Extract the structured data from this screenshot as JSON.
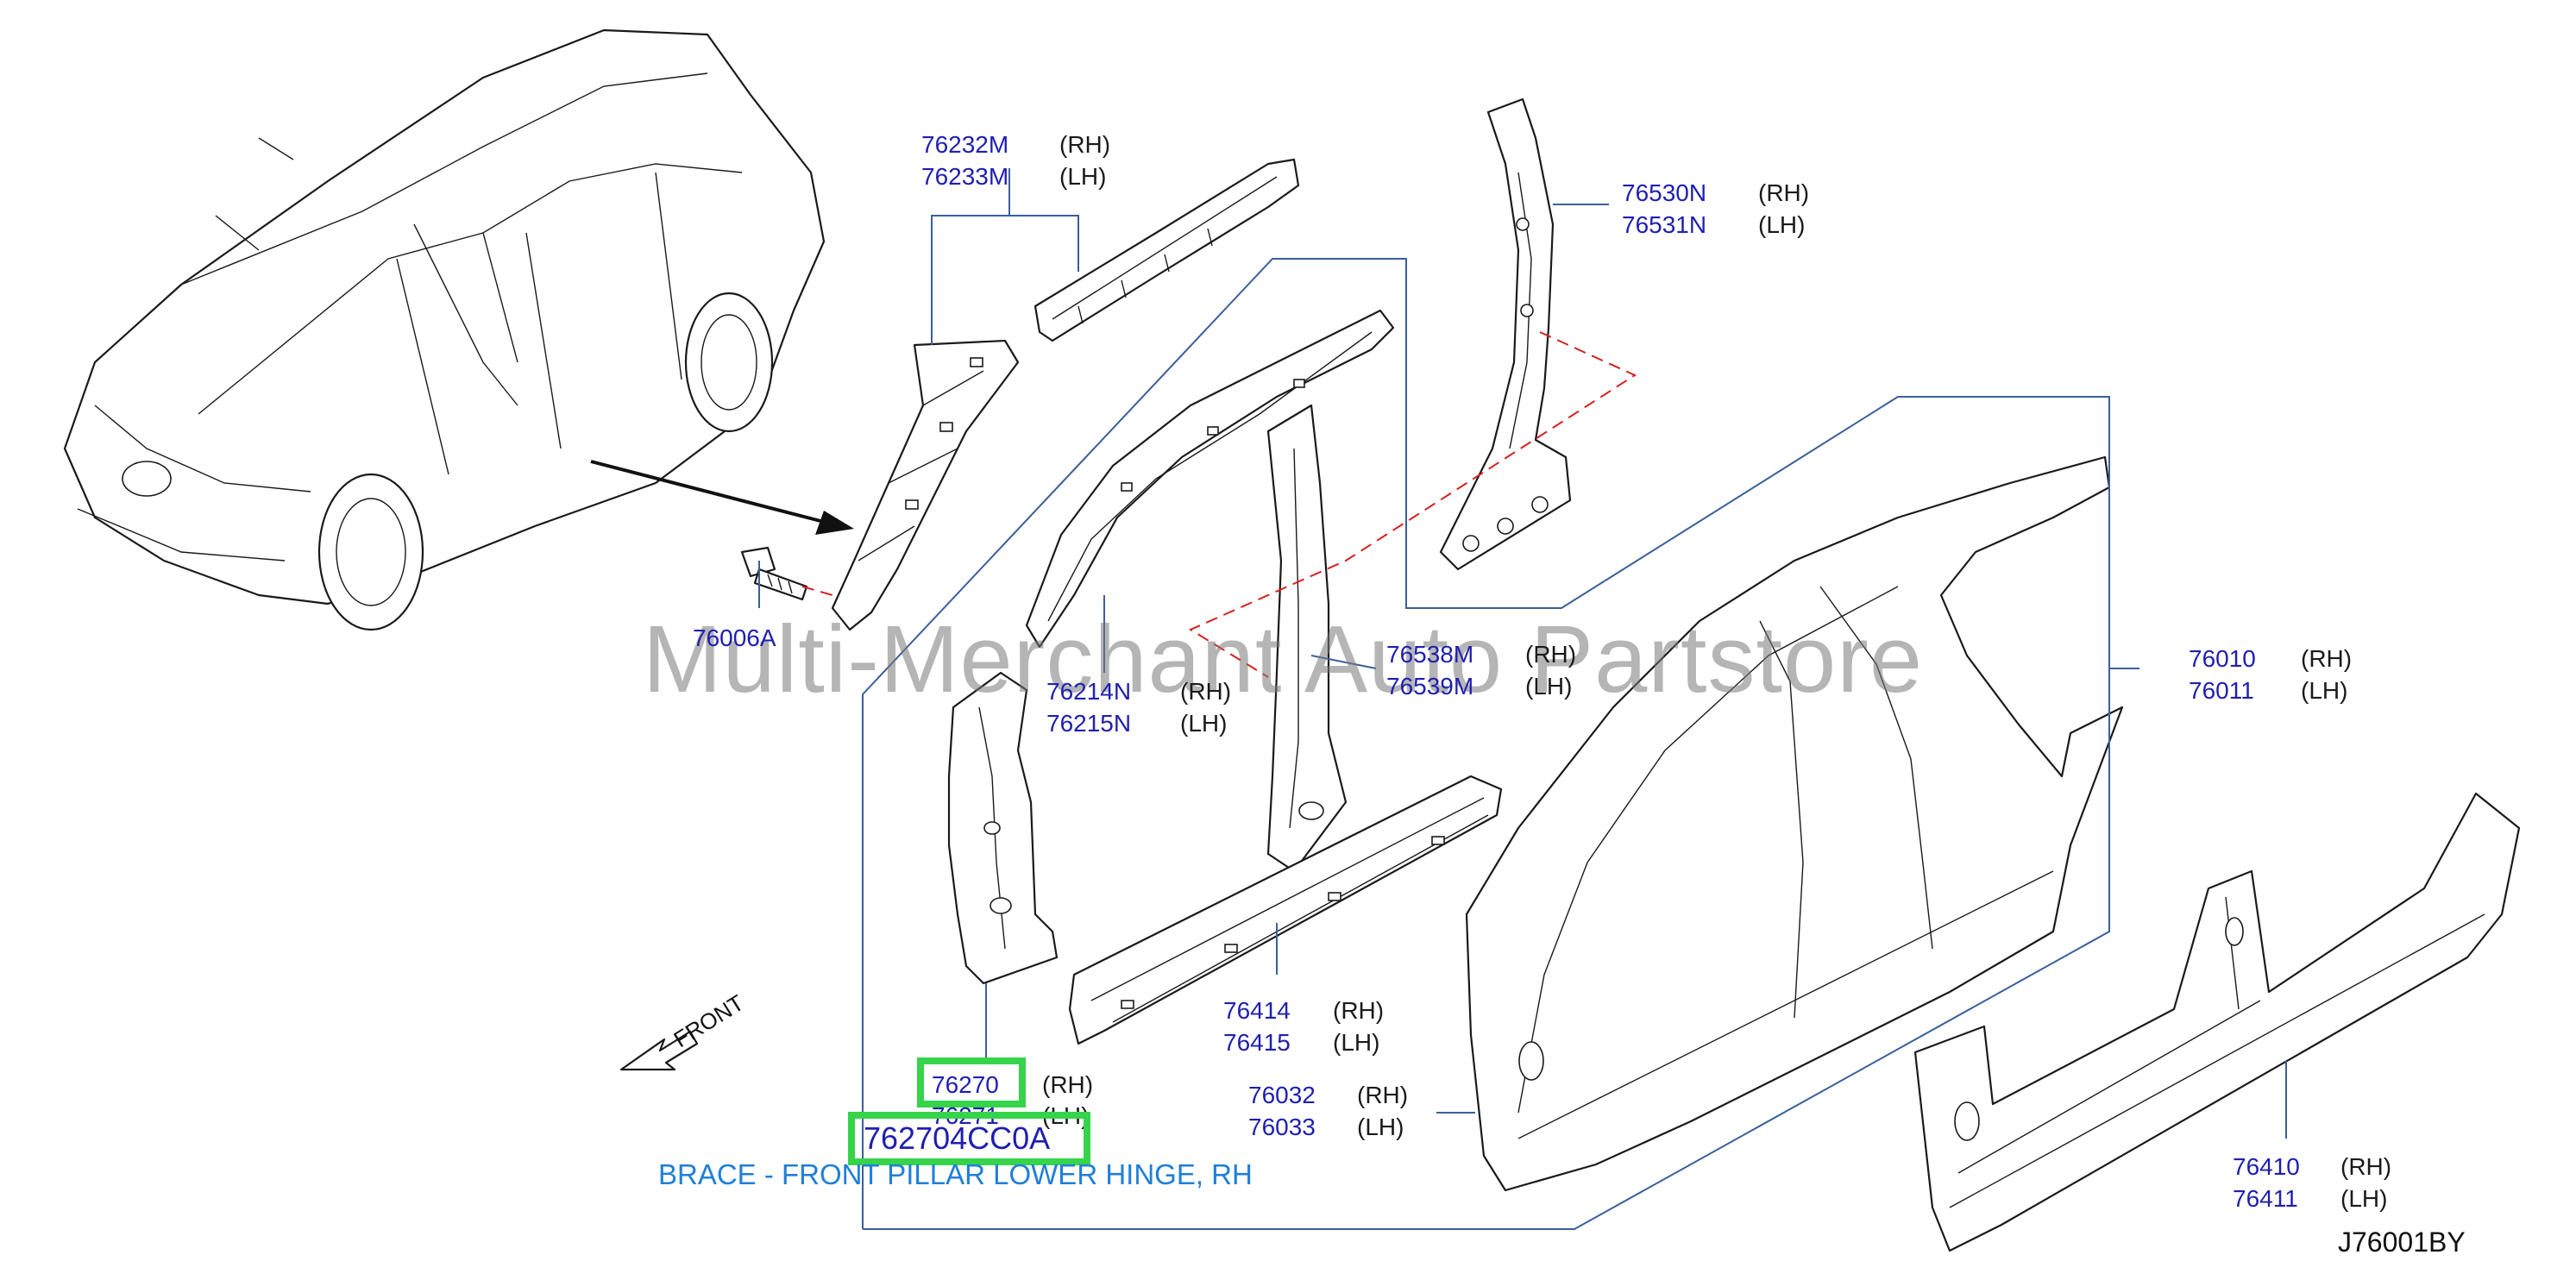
{
  "watermark": "Multi-Merchant Auto Partstore",
  "diagram_code": "J76001BY",
  "front_label": "FRONT",
  "side_rh": "(RH)",
  "side_lh": "(LH)",
  "callouts": {
    "c76232": {
      "rh": "76232M",
      "lh": "76233M"
    },
    "c76530": {
      "rh": "76530N",
      "lh": "76531N"
    },
    "c76006": {
      "pn": "76006A"
    },
    "c76538": {
      "rh": "76538M",
      "lh": "76539M"
    },
    "c76214": {
      "rh": "76214N",
      "lh": "76215N"
    },
    "c76010": {
      "rh": "76010",
      "lh": "76011"
    },
    "c76414": {
      "rh": "76414",
      "lh": "76415"
    },
    "c76270": {
      "rh": "76270",
      "lh": "76271"
    },
    "c76032": {
      "rh": "76032",
      "lh": "76033"
    },
    "c76410": {
      "rh": "76410",
      "lh": "76411"
    }
  },
  "selected": {
    "oem_number": "762704CC0A",
    "description": "BRACE - FRONT PILLAR LOWER HINGE, RH",
    "highlight_color": "#35d44a"
  },
  "colors": {
    "part_number_text": "#1f1fb0",
    "description_text": "#1f7fd9",
    "leader_line": "#3b5f9a",
    "dashed_line": "#d62020"
  }
}
